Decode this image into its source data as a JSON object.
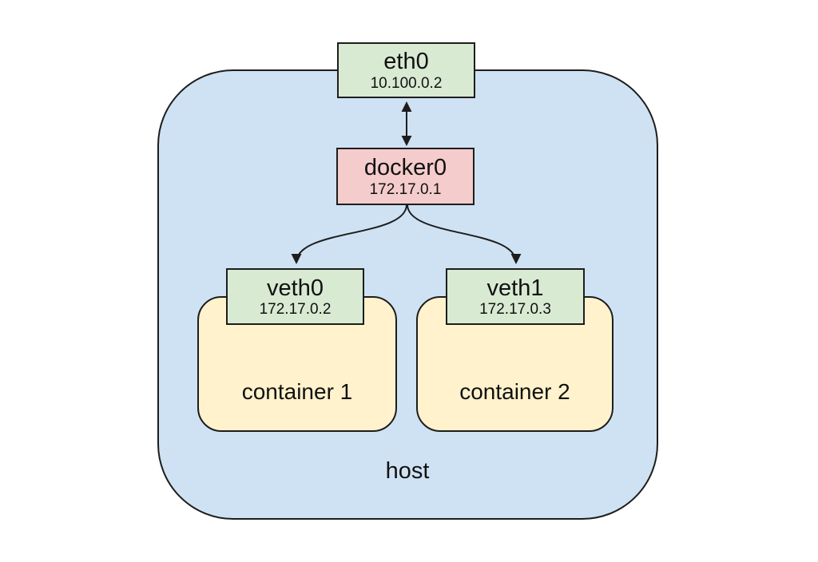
{
  "diagram": {
    "type": "docker-bridge-network-diagram",
    "host": {
      "label": "host",
      "fill": "#cfe2f3",
      "border_color": "#1d1d1d"
    },
    "nodes": [
      {
        "id": "eth0",
        "label": "eth0",
        "ip": "10.100.0.2",
        "fill": "#d9ead3"
      },
      {
        "id": "docker0",
        "label": "docker0",
        "ip": "172.17.0.1",
        "fill": "#f4cccc"
      },
      {
        "id": "veth0",
        "label": "veth0",
        "ip": "172.17.0.2",
        "fill": "#d9ead3"
      },
      {
        "id": "veth1",
        "label": "veth1",
        "ip": "172.17.0.3",
        "fill": "#d9ead3"
      }
    ],
    "containers": [
      {
        "id": "container1",
        "label": "container 1",
        "fill": "#fff2cc"
      },
      {
        "id": "container2",
        "label": "container 2",
        "fill": "#fff2cc"
      }
    ],
    "edges": [
      {
        "from": "eth0",
        "to": "docker0",
        "style": "straight",
        "arrows": "both"
      },
      {
        "from": "docker0",
        "to": "veth0",
        "style": "curved",
        "arrows": "end"
      },
      {
        "from": "docker0",
        "to": "veth1",
        "style": "curved",
        "arrows": "end"
      }
    ]
  }
}
